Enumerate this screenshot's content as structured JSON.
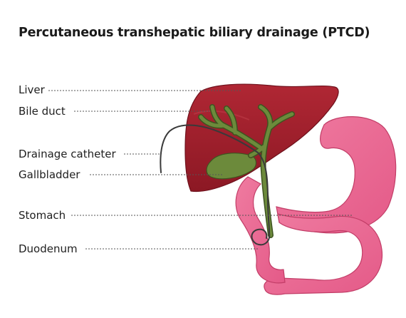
{
  "title": "Percutaneous transhepatic biliary drainage (PTCD)",
  "labels": {
    "liver": "Liver",
    "bile_duct": "Bile duct",
    "drainage_catheter": "Drainage catheter",
    "gallbladder": "Gallbladder",
    "stomach": "Stomach",
    "duodenum": "Duodenum"
  },
  "colors": {
    "liver": "#a21e2b",
    "liver_shadow": "#7d1420",
    "stomach": "#ea6b94",
    "stomach_outline": "#c23d67",
    "bile": "#6c8a3b",
    "bile_outline": "#3e5420",
    "catheter": "#3a3a3a",
    "leader_line": "#555555"
  }
}
